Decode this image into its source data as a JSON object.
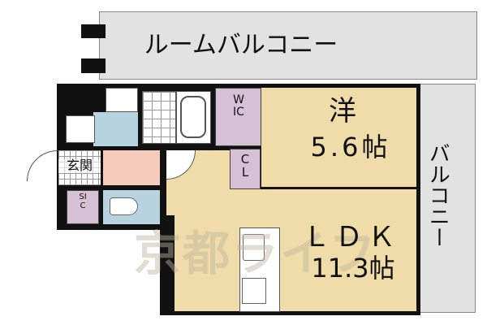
{
  "rooms": {
    "room_balcony": "ルームバルコニー",
    "balcony": "バルコニー",
    "western_room": {
      "name": "洋",
      "size": "5.6帖"
    },
    "ldk": {
      "name": "ＬＤＫ",
      "size": "11.3帖"
    },
    "wic": "WIC",
    "cl": "CL",
    "entrance": "玄関",
    "sic": "SIC"
  },
  "watermark": "京都ライフ",
  "colors": {
    "living": "#efdca8",
    "storage": "#d6c0d6",
    "wet_area": "#b8d3e0",
    "corridor": "#f6cbbb",
    "balcony": "#e2e2e2"
  }
}
